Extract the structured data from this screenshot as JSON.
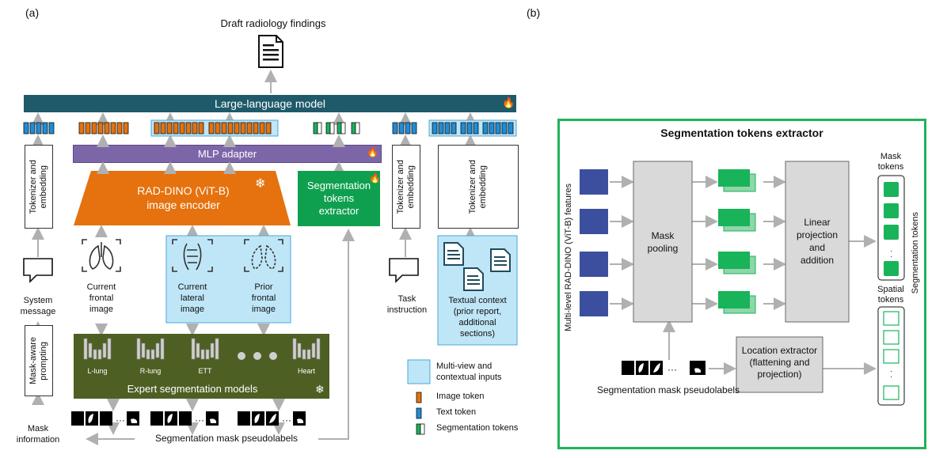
{
  "panel_a": {
    "label": "(a)",
    "output_title": "Draft radiology findings",
    "llm": "Large-language model",
    "mlp": "MLP adapter",
    "encoder_line1": "RAD-DINO (ViT-B)",
    "encoder_line2": "image encoder",
    "seg_extractor_line1": "Segmentation",
    "seg_extractor_line2": "tokens",
    "seg_extractor_line3": "extractor",
    "tokenizer_line1": "Tokenizer and",
    "tokenizer_line2": "embedding",
    "system_message": "System\nmessage",
    "mask_prompt_line1": "Mask-aware",
    "mask_prompt_line2": "prompting",
    "mask_information": "Mask\ninformation",
    "current_frontal": "Current\nfrontal\nimage",
    "current_lateral": "Current\nlateral\nimage",
    "prior_frontal": "Prior\nfrontal\nimage",
    "task_instruction": "Task\ninstruction",
    "textual_context": "Textual context\n(prior report,\nadditional\nsections)",
    "expert_models": "Expert segmentation models",
    "models": [
      "L-lung",
      "R-lung",
      "ETT",
      "Heart"
    ],
    "seg_pseudolabels": "Segmentation mask pseudolabels",
    "legend": {
      "multiview": "Multi-view and\ncontextual inputs",
      "image_token": "Image token",
      "text_token": "Text token",
      "seg_tokens": "Segmentation tokens"
    }
  },
  "panel_b": {
    "label": "(b)",
    "title": "Segmentation tokens extractor",
    "features_label": "Multi-level RAD-DINO (ViT-B) features",
    "mask_pooling": "Mask\npooling",
    "linear": "Linear\nprojection\nand\naddition",
    "mask_tokens": "Mask\ntokens",
    "spatial_tokens": "Spatial\ntokens",
    "segmentation_tokens": "Segmentation tokens",
    "location_extractor": "Location extractor\n(flattening and\nprojection)",
    "pseudolabels": "Segmentation mask pseudolabels"
  },
  "colors": {
    "llm": "#1f5a6b",
    "mlp": "#7d66a8",
    "encoder": "#e5720e",
    "seg_extractor": "#0fa04f",
    "expert": "#4e5f23",
    "context_bg": "#bfe6f7",
    "image_token": "#e5720e",
    "text_token": "#1f8dd6",
    "seg_token": "#19b35a",
    "feature": "#3c4f9e",
    "gray_box": "#d9d9d9",
    "panel_border": "#1fb35a"
  }
}
